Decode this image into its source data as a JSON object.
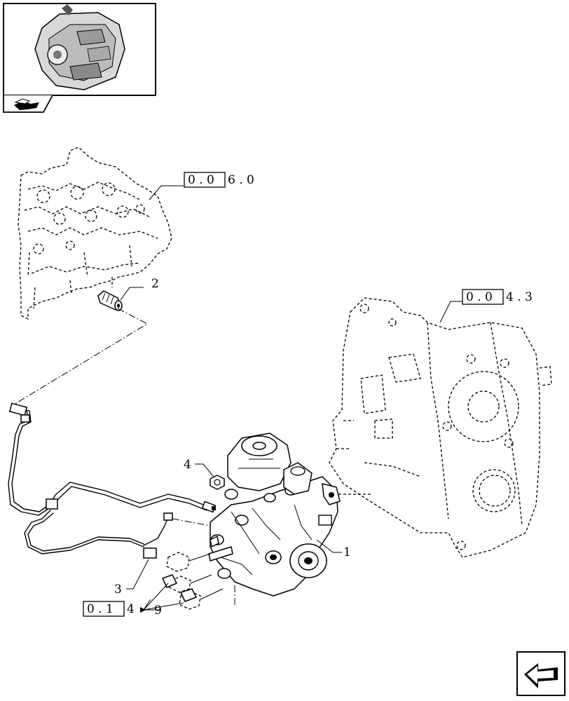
{
  "references": {
    "top_ref": {
      "boxed": "0 . 0",
      "suffix": "6 . 0"
    },
    "right_ref": {
      "boxed": "0 . 0",
      "suffix": "4 . 3"
    },
    "bottom_ref": {
      "boxed": "0 . 1",
      "suffix": "4"
    }
  },
  "callouts": [
    "1",
    "2",
    "3",
    "4",
    "9"
  ],
  "icons": {
    "thumbnail": "engine-thumbnail-icon",
    "tab": "book-pages-icon",
    "nav": "previous-arrow-icon"
  }
}
